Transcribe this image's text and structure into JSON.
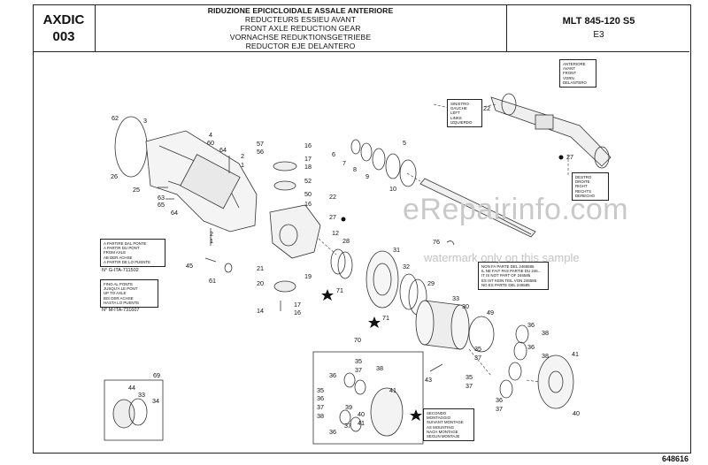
{
  "header": {
    "code": "AXDIC",
    "number": "003",
    "titles": [
      "RIDUZIONE EPICICLOIDALE ASSALE ANTERIORE",
      "REDUCTEURS ESSIEU AVANT",
      "FRONT AXLE REDUCTION GEAR",
      "VORNACHSE REDUKTIONSGETRIEBE",
      "REDUCTOR EJE DELANTERO"
    ],
    "model": "MLT 845-120 S5",
    "edition": "E3"
  },
  "footer": {
    "page_ref": "648616"
  },
  "watermark": {
    "main": "eRepairinfo.com",
    "sub": "watermark only on this sample"
  },
  "notes": {
    "anteriore": "ANTERIORE\nAVANT\nFRONT\nVORN\nDELANTERO",
    "sinistro": "SINISTRO\nGAUCHE\nLEFT\nLINKS\nIZQUIERDO",
    "destro": "DESTRO\nDROITE\nRIGHT\nRECHTS\nDERECHO",
    "a_partire": "A PARTIRE DAL PONTE\nA PARTIR DU PONT\nFROM AXLE\nAB DER ACHSE\nA PARTIR DE LO PUENTE",
    "serial_1": "N° G-ITA-711502",
    "finoal": "FINO AL PONTE\nJUSQU'A LE PONT\nUP TO AXLE\nBIS DER ACHSE\nHASTA LO PUENTE",
    "serial_2": "N° M-ITA-731607",
    "non_fa_parte": "NON FA PARTE DEL 2465585\nIL NE FAIT PAS PARTIE DU 246...\nIT IS NOT PART OF 246585\nES IST KEIN TEIL VON 246585\nNO ES PARTE DEL 246585",
    "secondo": "SECONDO MONTAGGIO\nSUIVANT MONTAGE\nAS MOUNTING\nNACH MONTAGE\nSEGUN MONTAJE"
  },
  "refs": [
    "62",
    "3",
    "4",
    "60",
    "64",
    "26",
    "25",
    "63",
    "65",
    "64",
    "2",
    "1",
    "57",
    "56",
    "16",
    "17",
    "18",
    "52",
    "50",
    "16",
    "22",
    "27",
    "6",
    "7",
    "8",
    "9",
    "10",
    "5",
    "22",
    "27",
    "12",
    "28",
    "2",
    "1",
    "45",
    "61",
    "21",
    "20",
    "19",
    "17",
    "16",
    "14",
    "71",
    "31",
    "32",
    "76",
    "29",
    "33",
    "30",
    "71",
    "49",
    "70",
    "35",
    "37",
    "36",
    "38",
    "41",
    "35",
    "36",
    "37",
    "38",
    "39",
    "40",
    "41",
    "36",
    "37",
    "43",
    "69",
    "44",
    "34",
    "33",
    "35",
    "37",
    "36",
    "38",
    "35",
    "37",
    "36",
    "38",
    "41",
    "36",
    "37",
    "40"
  ],
  "icons": {
    "star": "star-marker",
    "dot": "dot-marker",
    "arrow": "arrow-icon"
  }
}
